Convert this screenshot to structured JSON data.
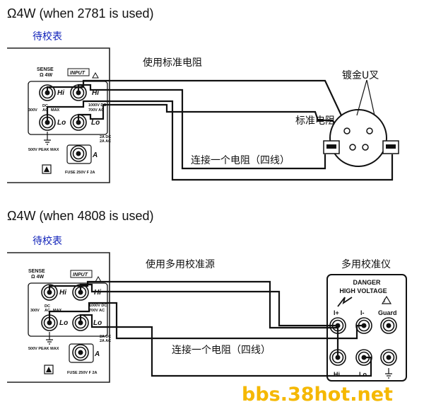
{
  "section1": {
    "title": "Ω4W (when 2781 is used)",
    "dut_label": "待校表",
    "wire_label_top": "使用标准电阻",
    "wire_label_bottom": "连接一个电阻（四线）",
    "fork_label": "镀金U叉",
    "resistor_label": "标准电阻"
  },
  "section2": {
    "title": "Ω4W (when 4808 is used)",
    "dut_label": "待校表",
    "wire_label_top": "使用多用校准源",
    "wire_label_bottom": "连接一个电阻（四线）",
    "calibrator_label": "多用校准仪",
    "danger_line1": "DANGER",
    "danger_line2": "HIGH VOLTAGE",
    "terminal_i_plus": "I+",
    "terminal_i_minus": "I-",
    "terminal_guard": "Guard",
    "terminal_hi": "Hi",
    "terminal_lo": "Lo"
  },
  "meter_panel": {
    "sense_label": "SENSE",
    "ohm4w_label": "Ω 4W",
    "input_label": "INPUT",
    "hi_label": "Hi",
    "lo_label": "Lo",
    "a_label": "A",
    "v300_label": "300V",
    "dc_label": "DC",
    "ac_label": "AC",
    "max_label": "MAX",
    "v1000_label": "1000V DC",
    "v700_label": "700V AC",
    "a2dc_label": "2A DC",
    "a2ac_label": "2A AC",
    "peak_label": "500V PEAK MAX",
    "fuse_label": "FUSE 250V F 2A"
  },
  "watermark": "bbs.38hot.net"
}
